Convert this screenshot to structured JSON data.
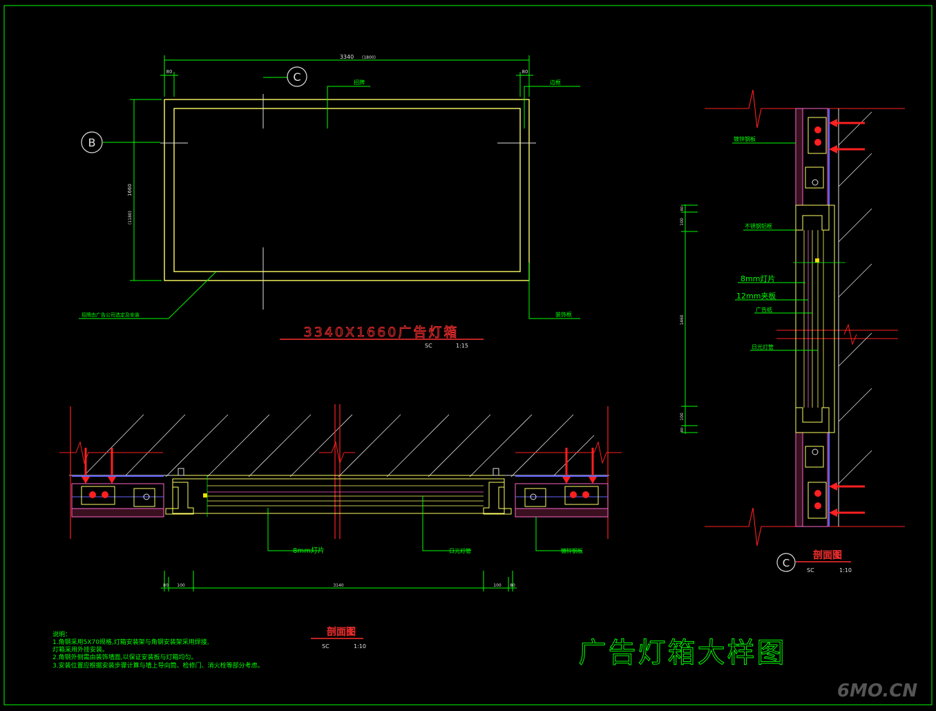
{
  "drawing_title": "广告灯箱大样图",
  "watermark": "6MO.CN",
  "elevation": {
    "title": "3340X1660广告灯箱",
    "scale_prefix": "SC",
    "scale": "1:15",
    "dim_width": "3340",
    "dim_width_sub": "(1800)",
    "dim_left_edge": "80",
    "dim_right_edge": "80",
    "dim_height": "1660",
    "dim_height_sub": "(1180)",
    "bubble_c": "C",
    "bubble_b": "B",
    "leader_top_mid": "招牌",
    "leader_top_right": "边框",
    "leader_bottom_left": "招牌由广告公司选定及安装",
    "leader_bottom_right": "装饰框"
  },
  "plan_section": {
    "title": "剖面图",
    "scale_prefix": "SC",
    "scale": "1:10",
    "leader_left": "8mm灯片",
    "leader_mid": "日光灯管",
    "leader_right": "镀锌钢板",
    "dim_left": "80",
    "dim_left2": "100",
    "dim_mid": "3140",
    "dim_right2": "100",
    "dim_right": "80"
  },
  "side_section": {
    "bubble": "C",
    "title": "剖面图",
    "scale_prefix": "SC",
    "scale": "1:10",
    "label_1": "镀锌钢板",
    "label_2": "不锈钢铝框",
    "label_3": "8mm灯片",
    "label_4": "12mm夹板",
    "label_5": "广告纸",
    "label_6": "日光灯管",
    "dim_1": "80",
    "dim_2": "100",
    "dim_3": "1460",
    "dim_4": "100",
    "dim_5": "80"
  },
  "notes": {
    "heading": "说明：",
    "line1": "1.角钢采用5X70规格,灯箱安装架与角钢安装架采用焊接,",
    "line2": "灯箱采用外挂安装。",
    "line3": "2.角钢外侧需由装饰墙面,以保证安装板与灯箱均匀。",
    "line4": "3.安装位置应根据安装步骤计算与墙上导向筒、检修门、消火栓等部分考虑。"
  }
}
